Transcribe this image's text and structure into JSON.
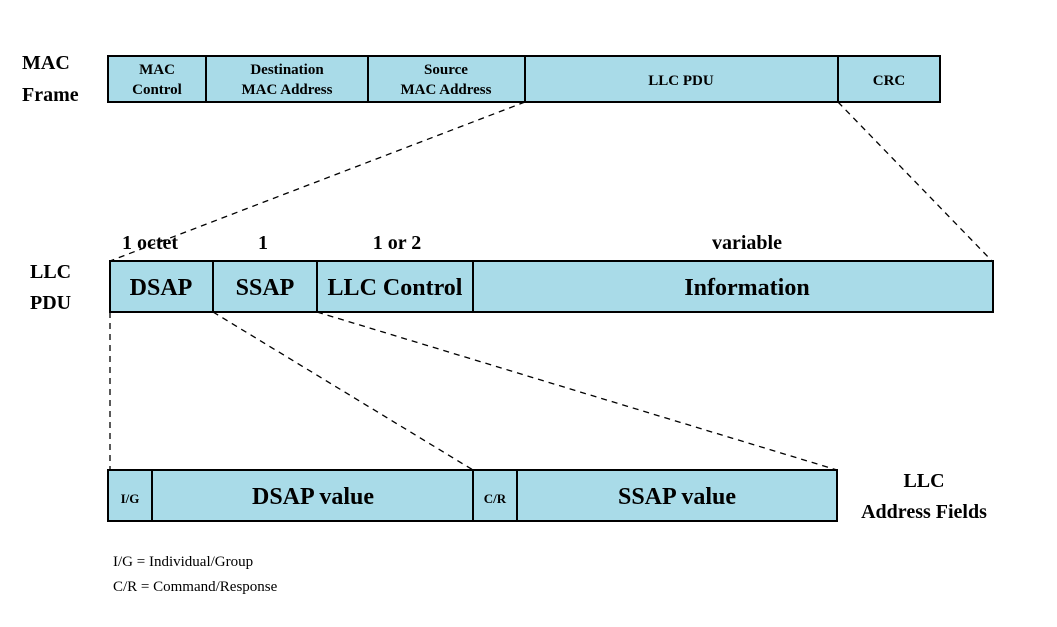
{
  "mac_frame": {
    "label_line1": "MAC",
    "label_line2": "Frame",
    "fields": [
      {
        "line1": "MAC",
        "line2": "Control"
      },
      {
        "line1": "Destination",
        "line2": "MAC Address"
      },
      {
        "line1": "Source",
        "line2": "MAC Address"
      },
      {
        "line1": "LLC PDU",
        "line2": ""
      },
      {
        "line1": "CRC",
        "line2": ""
      }
    ]
  },
  "llc_pdu": {
    "label_line1": "LLC",
    "label_line2": "PDU",
    "fields": [
      {
        "size": "1 octet",
        "name": "DSAP"
      },
      {
        "size": "1",
        "name": "SSAP"
      },
      {
        "size": "1 or 2",
        "name": "LLC Control"
      },
      {
        "size": "variable",
        "name": "Information"
      }
    ]
  },
  "address_fields": {
    "label_line1": "LLC",
    "label_line2": "Address Fields",
    "fields": [
      "I/G",
      "DSAP value",
      "C/R",
      "SSAP value"
    ]
  },
  "legend": [
    "I/G = Individual/Group",
    "C/R = Command/Response"
  ]
}
